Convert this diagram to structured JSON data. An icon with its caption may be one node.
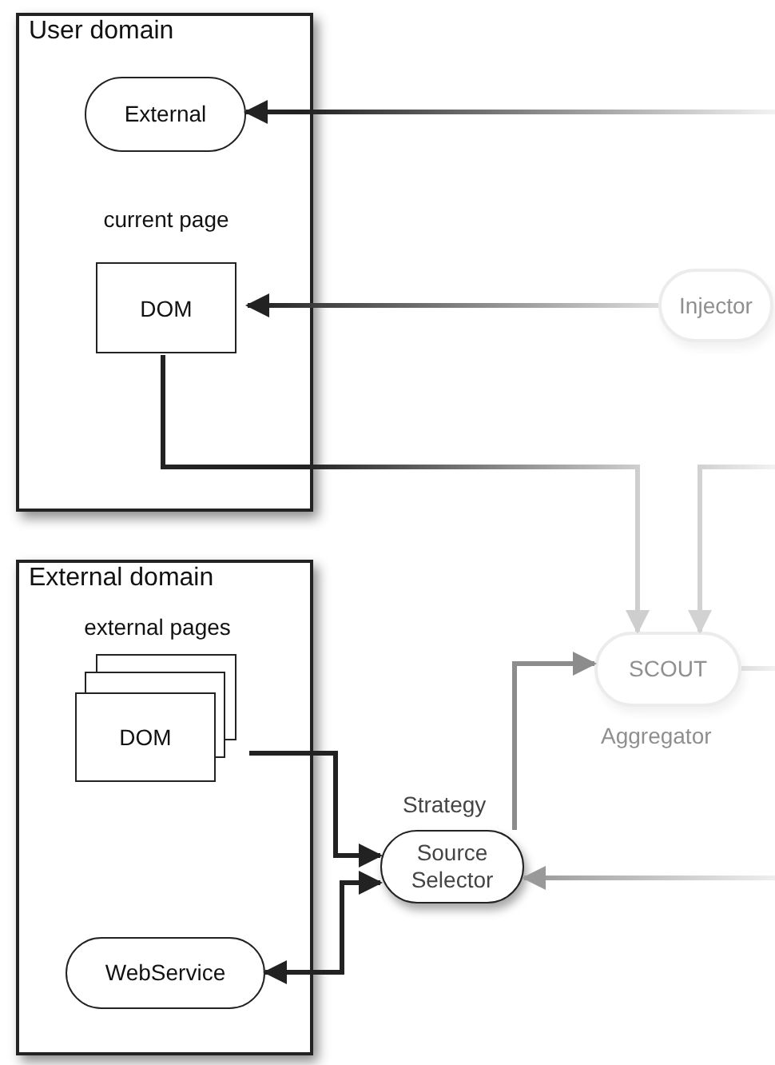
{
  "diagram": {
    "nodes": [
      {
        "text": [
          "User domain"
        ]
      },
      {
        "text": [
          "External"
        ],
        "in": 0
      },
      {
        "text": [
          "current page",
          "DOM"
        ],
        "in": 0
      },
      {
        "text": [
          "Injector"
        ]
      },
      {
        "text": [
          "External domain"
        ]
      },
      {
        "text": [
          "external pages",
          "DOM"
        ],
        "in": 4
      },
      {
        "text": [
          "WebService"
        ],
        "in": 4
      },
      {
        "text": [
          "Source Selector"
        ],
        "beside": [
          "Strategy"
        ]
      },
      {
        "text": [
          "SCOUT"
        ],
        "beside": [
          "Aggregator"
        ]
      }
    ],
    "edges": [
      {
        "from": null,
        "to": 1,
        "arrow": "to"
      },
      {
        "from": 3,
        "to": 2,
        "arrow": "to"
      },
      {
        "from": 2,
        "to": 8,
        "arrow": "to"
      },
      {
        "from": null,
        "to": 8,
        "arrow": "to",
        "color": "#cccccc"
      },
      {
        "from": 8,
        "to": null,
        "arrow": "none",
        "color": "#dddddd"
      },
      {
        "from": 7,
        "to": 8,
        "arrow": "to",
        "color": "#8c8c8c"
      },
      {
        "from": 5,
        "to": 7,
        "arrow": "to"
      },
      {
        "from": 6,
        "to": 7,
        "arrow": "both"
      },
      {
        "from": null,
        "to": 7,
        "arrow": "to",
        "color": "#999999"
      }
    ]
  }
}
